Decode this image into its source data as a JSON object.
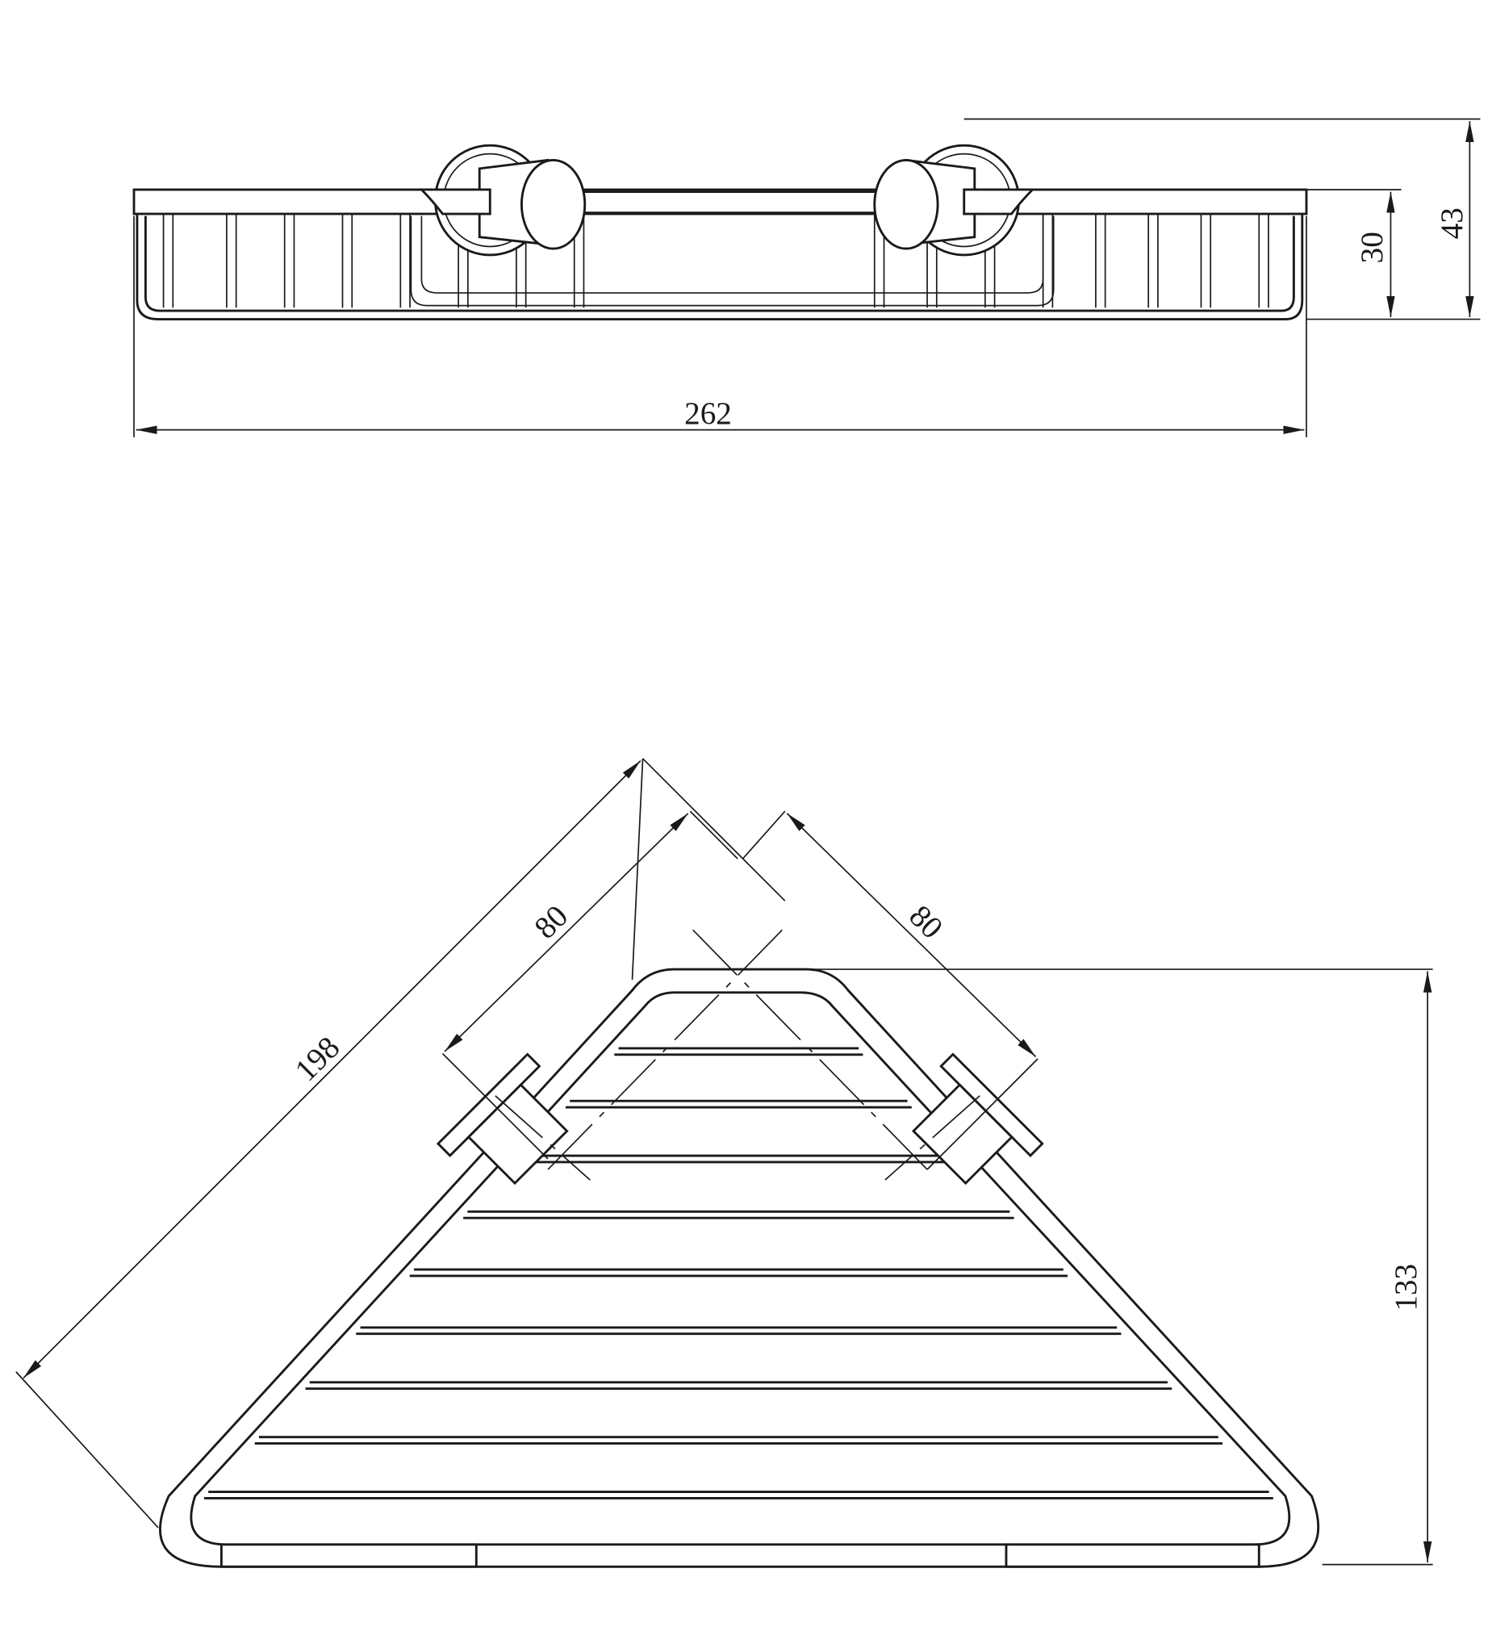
{
  "drawing": {
    "side_view": {
      "width_label": "262",
      "basket_height_label": "30",
      "total_height_label": "43"
    },
    "top_view": {
      "diagonal_label": "198",
      "left_mount_label": "80",
      "right_mount_label": "80",
      "depth_label": "133"
    },
    "line_color": "#1a1a1a"
  }
}
